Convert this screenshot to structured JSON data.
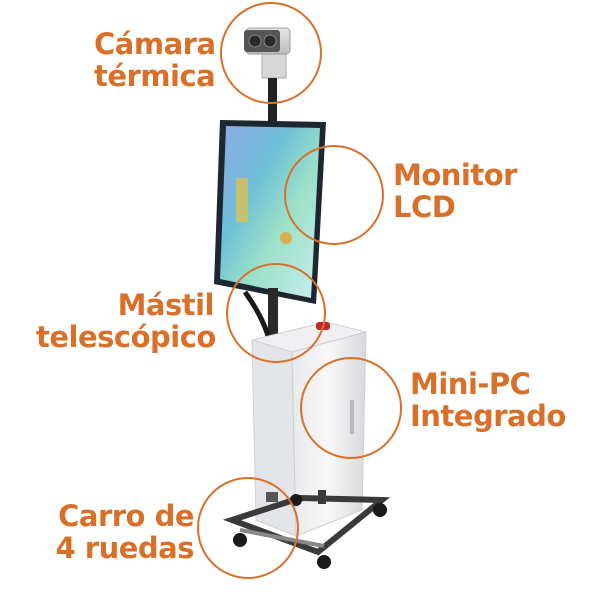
{
  "accent_color": "#d9702a",
  "labels": {
    "camera": [
      "Cámara",
      "térmica"
    ],
    "monitor": [
      "Monitor",
      "LCD"
    ],
    "mast": [
      "Mástil",
      "telescópico"
    ],
    "minipc": [
      "Mini-PC",
      "Integrado"
    ],
    "cart": [
      "Carro de",
      "4 ruedas"
    ]
  }
}
